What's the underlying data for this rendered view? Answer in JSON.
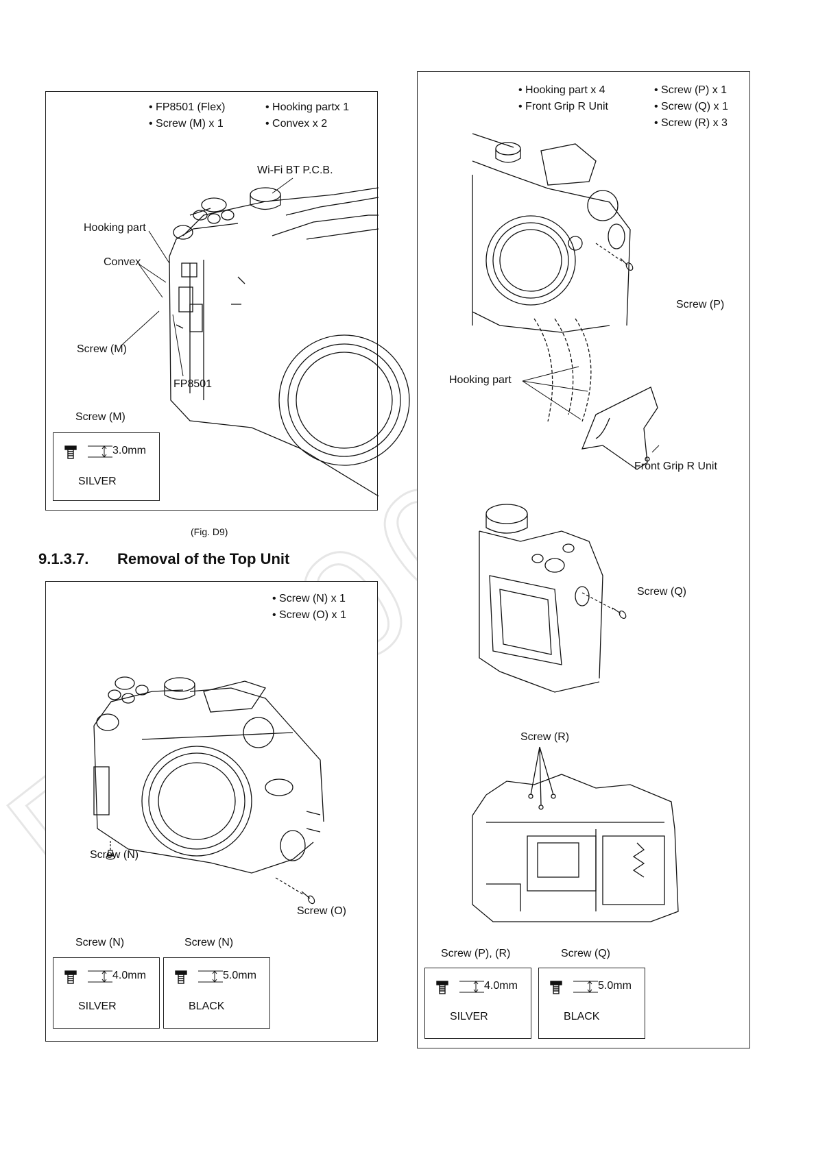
{
  "watermark": "PHB00084",
  "fig_d9": {
    "parts_list": [
      "• FP8501 (Flex)",
      "• Screw (M) x 1",
      "• Hooking partx 1",
      "• Convex x 2"
    ],
    "labels": {
      "wifi": "Wi-Fi BT P.C.B.",
      "hooking": "Hooking part",
      "convex": "Convex",
      "screw_m": "Screw (M)",
      "fp8501": "FP8501"
    },
    "screw_box": {
      "title": "Screw (M)",
      "length": "3.0mm",
      "color": "SILVER"
    },
    "caption": "(Fig. D9)"
  },
  "section": {
    "number": "9.1.3.7.",
    "title": "Removal of the Top Unit"
  },
  "top_unit": {
    "parts_list": [
      "• Screw (N) x 1",
      "• Screw (O) x 1"
    ],
    "labels": {
      "screw_n": "Screw (N)",
      "screw_o": "Screw (O)"
    },
    "screw_boxes": [
      {
        "title": "Screw (N)",
        "length": "4.0mm",
        "color": "SILVER"
      },
      {
        "title": "Screw (N)",
        "length": "5.0mm",
        "color": "BLACK"
      }
    ]
  },
  "right_panel": {
    "parts_list": [
      "• Hooking part x 4",
      "• Front Grip R Unit",
      "• Screw (P) x 1",
      "• Screw (Q) x 1",
      "• Screw (R) x 3"
    ],
    "labels": {
      "screw_p": "Screw (P)",
      "hooking": "Hooking part",
      "front_grip": "Front Grip R Unit",
      "screw_q": "Screw (Q)",
      "screw_r": "Screw (R)"
    },
    "screw_boxes": [
      {
        "title": "Screw (P), (R)",
        "length": "4.0mm",
        "color": "SILVER"
      },
      {
        "title": "Screw (Q)",
        "length": "5.0mm",
        "color": "BLACK"
      }
    ]
  }
}
